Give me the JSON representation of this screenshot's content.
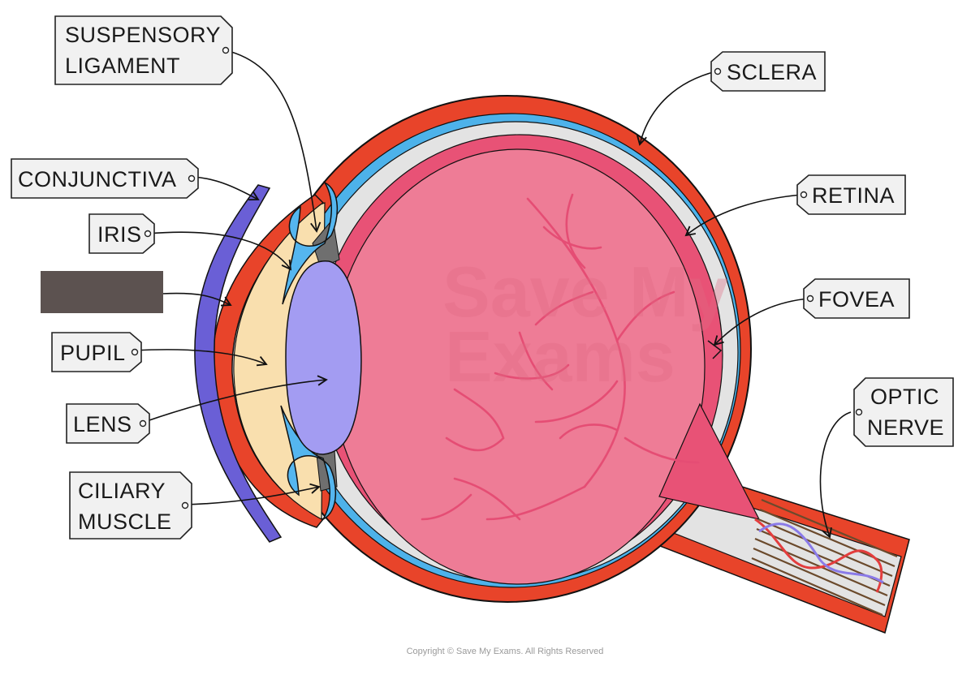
{
  "labels": {
    "suspensory_ligament": [
      "SUSPENSORY",
      "LIGAMENT"
    ],
    "conjunctiva": "CONJUNCTIVA",
    "iris": "IRIS",
    "pupil": "PUPIL",
    "lens": "LENS",
    "ciliary_muscle": [
      "CILIARY",
      "MUSCLE"
    ],
    "sclera": "SCLERA",
    "retina": "RETINA",
    "fovea": "FOVEA",
    "optic_nerve": [
      "OPTIC",
      "NERVE"
    ]
  },
  "watermark": [
    "Save My",
    "Exams"
  ],
  "copyright": "Copyright © Save My Exams. All Rights Reserved",
  "colors": {
    "sclera": "#e8442a",
    "choroid": "#4db2ea",
    "retina": "#e85276",
    "vitreous": "#ee7c96",
    "gap": "#e3e3e3",
    "lens": "#a39cf2",
    "iris": "#55b6ef",
    "aqueous": "#f9dfae",
    "conjunctiva": "#6a5fd6",
    "redacted": "#5c5250",
    "tag": "#f1f1f1"
  }
}
